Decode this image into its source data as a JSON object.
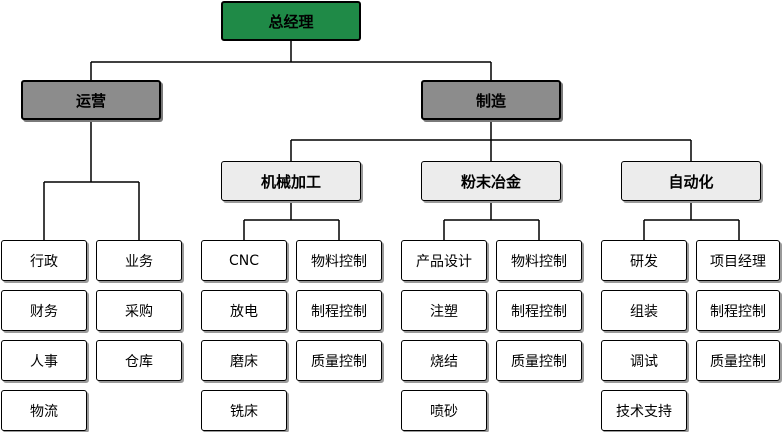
{
  "org": {
    "top": "总经理",
    "operations": {
      "label": "运营",
      "leaves": [
        "行政",
        "财务",
        "人事",
        "物流",
        "业务",
        "采购",
        "仓库"
      ]
    },
    "manufacturing": {
      "label": "制造",
      "machining": {
        "label": "机械加工",
        "leaves": [
          "CNC",
          "放电",
          "磨床",
          "铣床",
          "物料控制",
          "制程控制",
          "质量控制"
        ]
      },
      "powder": {
        "label": "粉末冶金",
        "leaves": [
          "产品设计",
          "注塑",
          "烧结",
          "喷砂",
          "物料控制",
          "制程控制",
          "质量控制"
        ]
      },
      "automation": {
        "label": "自动化",
        "leaves": [
          "研发",
          "组装",
          "调试",
          "技术支持",
          "项目经理",
          "制程控制",
          "质量控制"
        ]
      }
    }
  }
}
